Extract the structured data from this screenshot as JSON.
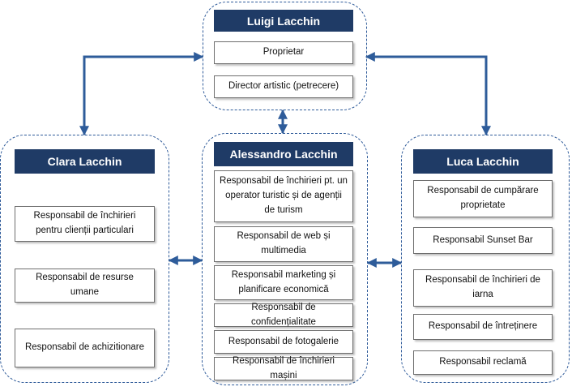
{
  "colors": {
    "header_bg": "#1f3b66",
    "border": "#2f5b9a",
    "arrow": "#2e5c9a"
  },
  "top": {
    "name": "Luigi Lacchin",
    "roles": [
      "Proprietar",
      "Director artistic (petrecere)"
    ]
  },
  "left": {
    "name": "Clara Lacchin",
    "roles": [
      "Responsabil de închirieri pentru clienții particulari",
      "Responsabil de resurse umane",
      "Responsabil de achizitionare"
    ]
  },
  "center": {
    "name": "Alessandro  Lacchin",
    "roles": [
      "Responsabil de închirieri pt. un operator turistic și de agenții de turism",
      "Responsabil de web și multimedia",
      "Responsabil marketing și planificare economică",
      "Responsabil de confidențialitate",
      "Responsabil de fotogalerie",
      "Responsabil de închirieri mașini"
    ]
  },
  "right": {
    "name": "Luca  Lacchin",
    "roles": [
      "Responsabil de cumpărare proprietate",
      "Responsabil Sunset Bar",
      "Responsabil de închirieri de iarna",
      "Responsabil de întreținere",
      "Responsabil reclamă"
    ]
  }
}
